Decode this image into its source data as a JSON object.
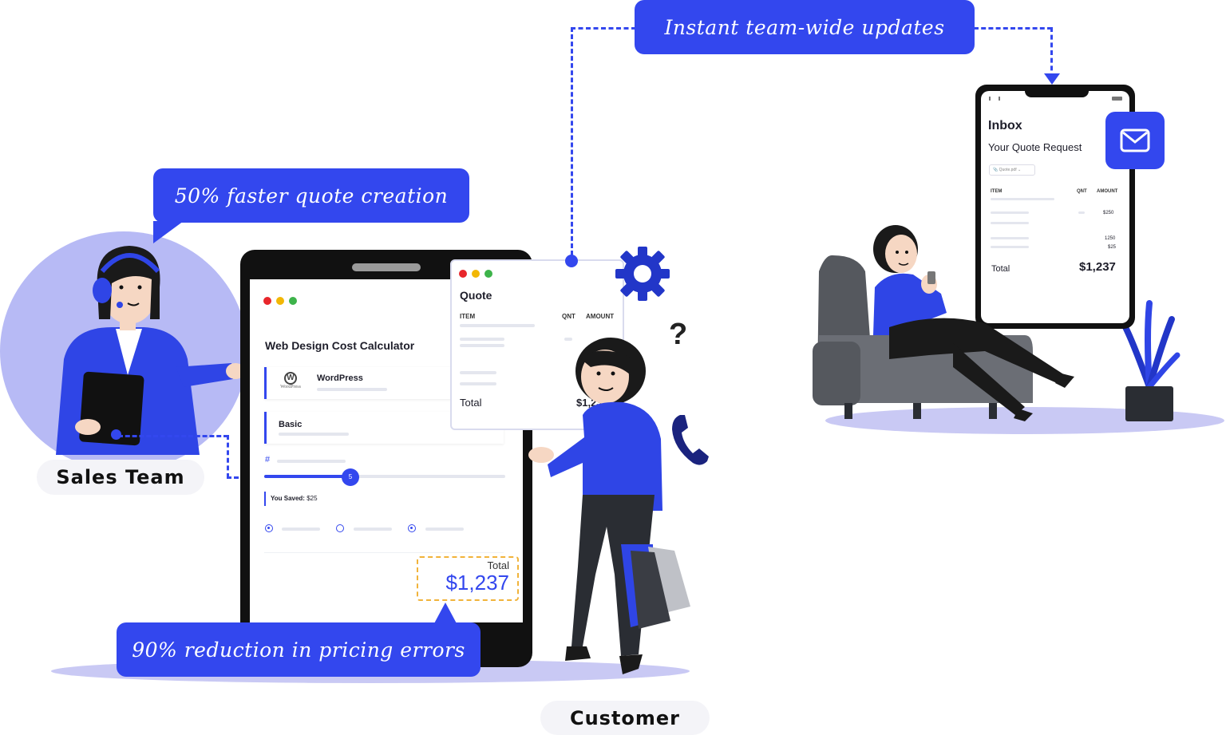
{
  "callouts": {
    "quote_creation": "50% faster quote creation",
    "pricing_errors": "90% reduction in pricing errors",
    "team_updates": "Instant team-wide updates"
  },
  "labels": {
    "sales_team": "Sales Team",
    "customer": "Customer"
  },
  "calculator": {
    "title": "Web Design Cost Calculator",
    "option_1": "WordPress",
    "option_2": "Basic",
    "logo_text": "WordPress",
    "hash": "#",
    "slider_value": "5",
    "saved_label": "You Saved:",
    "saved_value": "$25",
    "total_label": "Total",
    "total_value": "$1,237"
  },
  "quote_window": {
    "title": "Quote",
    "col_item": "ITEM",
    "col_qnt": "QNT",
    "col_amount": "AMOUNT",
    "total_label": "Total",
    "total_value": "$1,23"
  },
  "question_mark": "?",
  "inbox": {
    "title": "Inbox",
    "subject": "Your Quote Request",
    "attachment": "Quote.pdf",
    "col_item": "ITEM",
    "col_qnt": "QNT",
    "col_amount": "AMOUNT",
    "row_1_amount": "$250",
    "row_2_amount": "1250",
    "row_3_amount": "$25",
    "total_label": "Total",
    "total_value": "$1,237"
  },
  "colors": {
    "brand_blue": "#3347ee",
    "lavender": "#c9c9f4",
    "dark": "#111111",
    "traffic_red": "#e8262b",
    "traffic_yellow": "#f2b705",
    "traffic_green": "#3db34a",
    "highlight_orange": "#f1b33a"
  }
}
